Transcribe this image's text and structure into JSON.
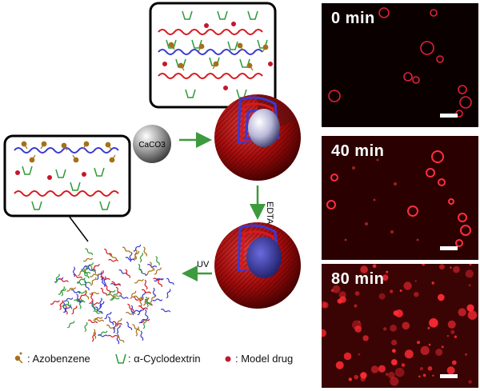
{
  "diagram": {
    "core_label": "CaCO3",
    "step_edta": "EDTA",
    "step_uv": "UV"
  },
  "legend": [
    {
      "label": ": Azobenzene",
      "icon": "azobenzene-icon"
    },
    {
      "label": ": α-Cyclodextrin",
      "icon": "cyclodextrin-icon"
    },
    {
      "label": ": Model drug",
      "icon": "drug-dot-icon"
    }
  ],
  "panels": [
    {
      "label": "0 min"
    },
    {
      "label": "40 min"
    },
    {
      "label": "80 min"
    }
  ],
  "colors": {
    "polymer_red": "#d8191f",
    "polymer_blue": "#3a3ad0",
    "azobenzene": "#a5701a",
    "cyclodextrin": "#2f9a3a",
    "drug": "#c3172c",
    "arrow_green": "#3d9a3d",
    "sphere_dark": "#7a0000"
  }
}
